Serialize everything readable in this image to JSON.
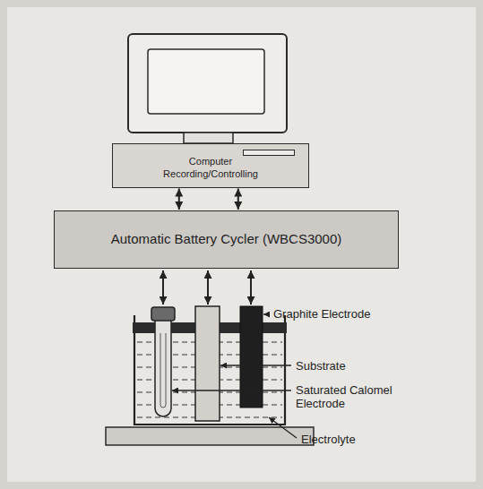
{
  "diagram": {
    "nodes": [
      {
        "text": [
          "Computer Recording/Controlling"
        ]
      },
      {
        "text": [
          "Automatic Battery Cycler (WBCS3000)"
        ]
      }
    ],
    "edges": [
      {
        "from": 0,
        "to": 1,
        "arrow": "both"
      },
      {
        "from": 0,
        "to": 1,
        "arrow": "both"
      }
    ],
    "labels": [
      "Graphite Electrode",
      "Substrate",
      "Saturated Calomel Electrode",
      "Electrolyte"
    ]
  }
}
